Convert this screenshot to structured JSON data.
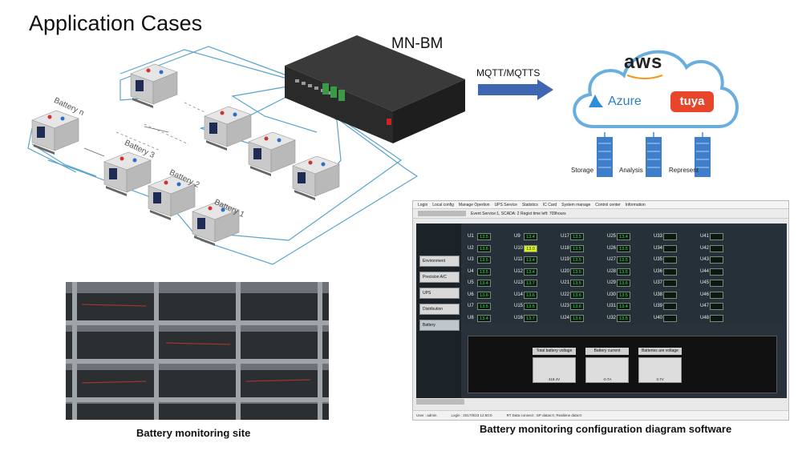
{
  "title": "Application Cases",
  "device": {
    "label": "MN-BM"
  },
  "protocol": {
    "label": "MQTT/MQTTS"
  },
  "cloud": {
    "providers": [
      "aws",
      "Azure",
      "tuya"
    ],
    "stages": [
      "Storage",
      "Analysis",
      "Represent"
    ]
  },
  "batteries": [
    "Battery n",
    "Battery 3",
    "Battery 2",
    "Battery 1"
  ],
  "captions": {
    "site": "Battery monitoring site",
    "software": "Battery monitoring configuration diagram software"
  },
  "software": {
    "menu": [
      "Login",
      "Local config",
      "Manage Opertion",
      "UPS Service",
      "Statistics",
      "IC Card",
      "System manage",
      "Control center",
      "Information"
    ],
    "event_text": "Event Service:1, SCADA: 2   Regist time left: 709hours",
    "nav": [
      "Environment",
      "Precision A/C",
      "UPS",
      "Distribution",
      "Battery"
    ],
    "units": [
      {
        "id": "U1",
        "v": "13.5"
      },
      {
        "id": "U2",
        "v": "13.6"
      },
      {
        "id": "U3",
        "v": "13.5"
      },
      {
        "id": "U4",
        "v": "13.5"
      },
      {
        "id": "U5",
        "v": "13.4"
      },
      {
        "id": "U6",
        "v": "13.6"
      },
      {
        "id": "U7",
        "v": "13.5"
      },
      {
        "id": "U8",
        "v": "13.4"
      },
      {
        "id": "U9",
        "v": "13.4"
      },
      {
        "id": "U10",
        "v": "13.0"
      },
      {
        "id": "U11",
        "v": "13.4"
      },
      {
        "id": "U12",
        "v": "13.4"
      },
      {
        "id": "U13",
        "v": "13.7"
      },
      {
        "id": "U14",
        "v": "13.6"
      },
      {
        "id": "U15",
        "v": "13.5"
      },
      {
        "id": "U16",
        "v": "13.7"
      },
      {
        "id": "U17",
        "v": "13.5"
      },
      {
        "id": "U18",
        "v": "13.5"
      },
      {
        "id": "U19",
        "v": "13.5"
      },
      {
        "id": "U20",
        "v": "13.5"
      },
      {
        "id": "U21",
        "v": "13.5"
      },
      {
        "id": "U22",
        "v": "13.6"
      },
      {
        "id": "U23",
        "v": "13.6"
      },
      {
        "id": "U24",
        "v": "13.6"
      },
      {
        "id": "U25",
        "v": "13.4"
      },
      {
        "id": "U26",
        "v": "13.5"
      },
      {
        "id": "U27",
        "v": "13.5"
      },
      {
        "id": "U28",
        "v": "13.5"
      },
      {
        "id": "U29",
        "v": "13.6"
      },
      {
        "id": "U30",
        "v": "13.5"
      },
      {
        "id": "U31",
        "v": "13.4"
      },
      {
        "id": "U32",
        "v": "13.5"
      },
      {
        "id": "U33",
        "v": ""
      },
      {
        "id": "U34",
        "v": ""
      },
      {
        "id": "U35",
        "v": ""
      },
      {
        "id": "U36",
        "v": ""
      },
      {
        "id": "U37",
        "v": ""
      },
      {
        "id": "U38",
        "v": ""
      },
      {
        "id": "U39",
        "v": ""
      },
      {
        "id": "U40",
        "v": ""
      },
      {
        "id": "U41",
        "v": ""
      },
      {
        "id": "U42",
        "v": ""
      },
      {
        "id": "U43",
        "v": ""
      },
      {
        "id": "U44",
        "v": ""
      },
      {
        "id": "U45",
        "v": ""
      },
      {
        "id": "U46",
        "v": ""
      },
      {
        "id": "U47",
        "v": ""
      },
      {
        "id": "U48",
        "v": ""
      }
    ],
    "highlighted_unit": "U10",
    "meters": [
      {
        "title": "Total battery voltage",
        "value": "418.4V"
      },
      {
        "title": "Battery current",
        "value": "-0.7A"
      },
      {
        "title": "Batteries are voltage",
        "value": "3.7V"
      }
    ],
    "status": [
      "User : admin",
      "Login : 2017/8/23 12:50:0",
      "RT Data connect : SP datas:0, Realtime data:0"
    ]
  },
  "colors": {
    "wire": "#5aa4cc",
    "arrow": "#3f66b0",
    "cloud_stroke": "#6aaee0",
    "value_green": "#3fdc5a"
  }
}
